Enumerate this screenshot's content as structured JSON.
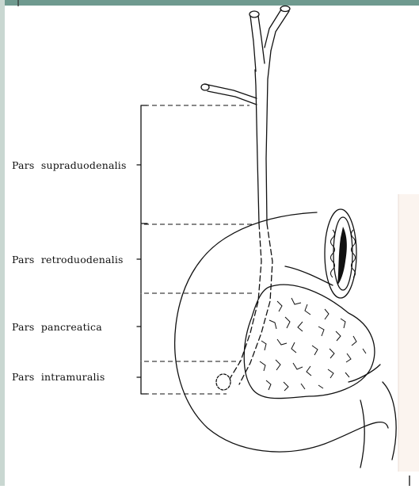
{
  "figure": {
    "labels": [
      {
        "id": "supraduodenalis",
        "text": "Pars  supraduodenalis"
      },
      {
        "id": "retroduodenalis",
        "text": "Pars  retroduodenalis"
      },
      {
        "id": "pancreatica",
        "text": "Pars  pancreatica"
      },
      {
        "id": "intramuralis",
        "text": "Pars  intramuralis"
      }
    ]
  },
  "colors": {
    "frame": "#6f9a8f",
    "ink": "#111111",
    "paper": "#ffffff",
    "right_panel": "#fbf4ef"
  }
}
